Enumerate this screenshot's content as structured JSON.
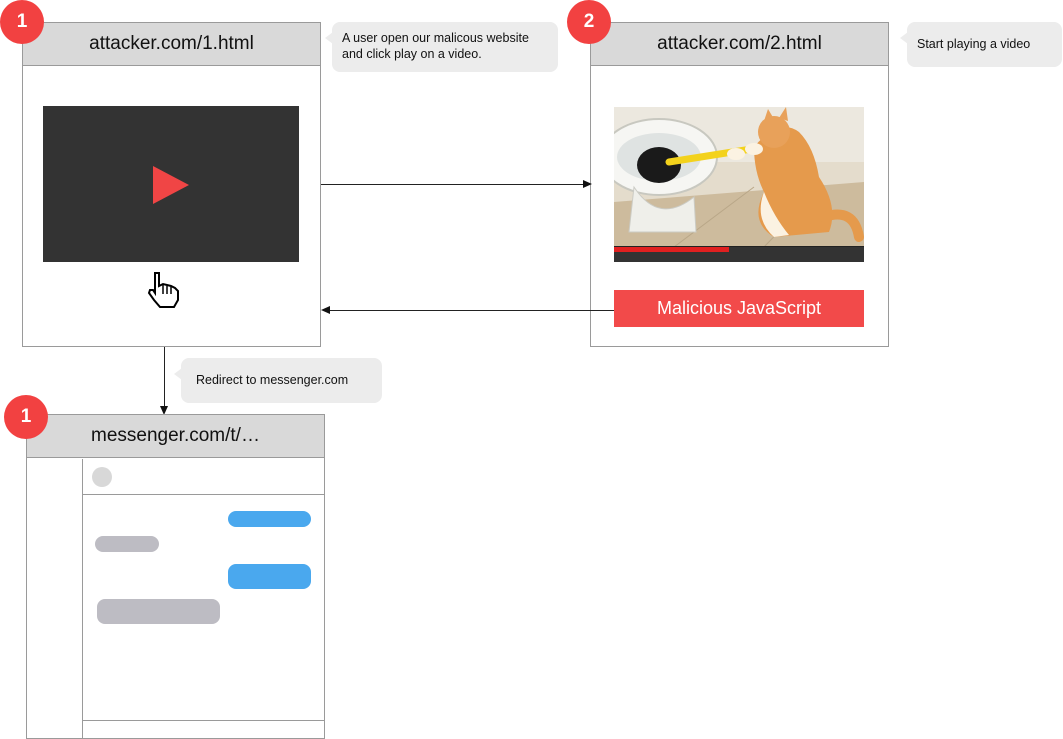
{
  "window1": {
    "badge": "1",
    "url": "attacker.com/1.html"
  },
  "window2": {
    "badge": "2",
    "url": "attacker.com/2.html"
  },
  "window3": {
    "badge": "1",
    "url": "messenger.com/t/…"
  },
  "notes": {
    "step1": "A user open our malicous website and click play on a video.",
    "step2": "Start playing a video",
    "redirect": "Redirect to messenger.com"
  },
  "malicious_label": "Malicious JavaScript",
  "video_progress": 0.46,
  "colors": {
    "badge": "#f24141",
    "accent_red": "#f24a4a",
    "outgoing_bubble": "#4aa8ee",
    "incoming_bubble": "#bdbcc3"
  }
}
